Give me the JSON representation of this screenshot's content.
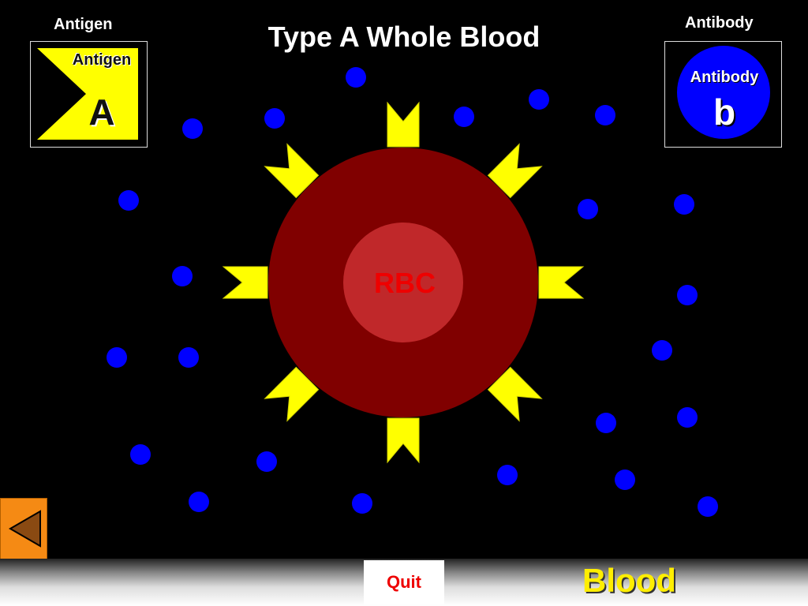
{
  "header": {
    "antigen_label": "Antigen",
    "antibody_label": "Antibody",
    "title": "Type A Whole Blood"
  },
  "antigen_legend": {
    "label": "Antigen",
    "letter": "A",
    "color": "#ffff00"
  },
  "antibody_legend": {
    "label": "Antibody",
    "letter": "b",
    "color": "#0000ff"
  },
  "cell": {
    "label": "RBC",
    "outer_color": "#800000",
    "inner_color": "#c0282a",
    "label_color": "#ee0000"
  },
  "antibody_dot_color": "#0000ff",
  "nav": {
    "back_icon": "triangle-left-icon",
    "back_color": "#f58a14",
    "quit_label": "Quit",
    "brand": "Blood"
  }
}
